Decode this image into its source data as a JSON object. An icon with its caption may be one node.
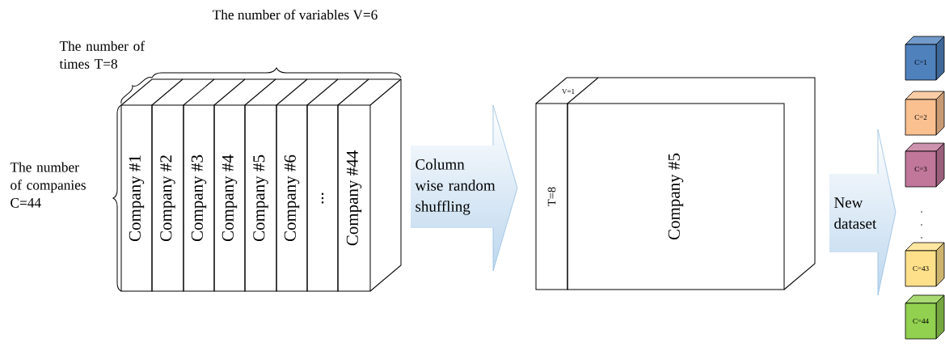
{
  "diagram": {
    "nodes": [
      {
        "text": [
          "Company #1"
        ]
      },
      {
        "text": [
          "Company #2"
        ]
      },
      {
        "text": [
          "Company #3"
        ]
      },
      {
        "text": [
          "Company #4"
        ]
      },
      {
        "text": [
          "Company #5"
        ]
      },
      {
        "text": [
          "Company #6"
        ]
      },
      {
        "text": [
          "..."
        ]
      },
      {
        "text": [
          "Company #44"
        ]
      },
      {
        "text": [
          "Column wise random shuffling"
        ]
      },
      {
        "text": [
          "V=1",
          "T=8"
        ]
      },
      {
        "text": [
          "Company #5"
        ]
      },
      {
        "text": [
          "New dataset"
        ]
      },
      {
        "text": [
          "C=1"
        ]
      },
      {
        "text": [
          "C=2"
        ]
      },
      {
        "text": [
          "C=3"
        ]
      },
      {
        "text": [
          "C=43"
        ]
      },
      {
        "text": [
          "C=44"
        ]
      }
    ],
    "labels": [
      "The number of variables V=6",
      "The number of times T=8",
      "The number of companies C=44"
    ]
  }
}
